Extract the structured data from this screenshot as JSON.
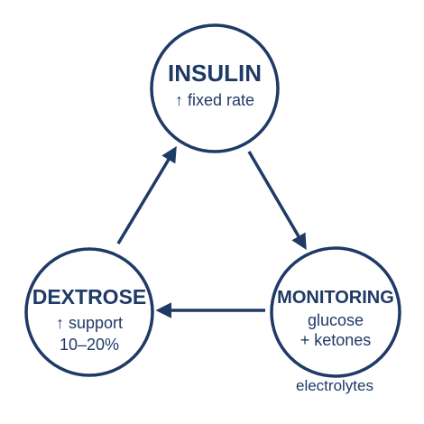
{
  "colors": {
    "primary": "#1f3a66",
    "background": "#ffffff"
  },
  "nodes": {
    "insulin": {
      "title": "INSULIN",
      "line1": "↑ fixed rate"
    },
    "monitoring": {
      "title": "MONITORING",
      "line1": "glucose",
      "line2": "+ ketones",
      "note": "electrolytes"
    },
    "dextrose": {
      "title": "DEXTROSE",
      "line1": "↑ support",
      "line2": "10–20%"
    }
  },
  "edges": [
    {
      "from": "insulin",
      "to": "monitoring"
    },
    {
      "from": "monitoring",
      "to": "dextrose"
    },
    {
      "from": "dextrose",
      "to": "insulin"
    }
  ]
}
